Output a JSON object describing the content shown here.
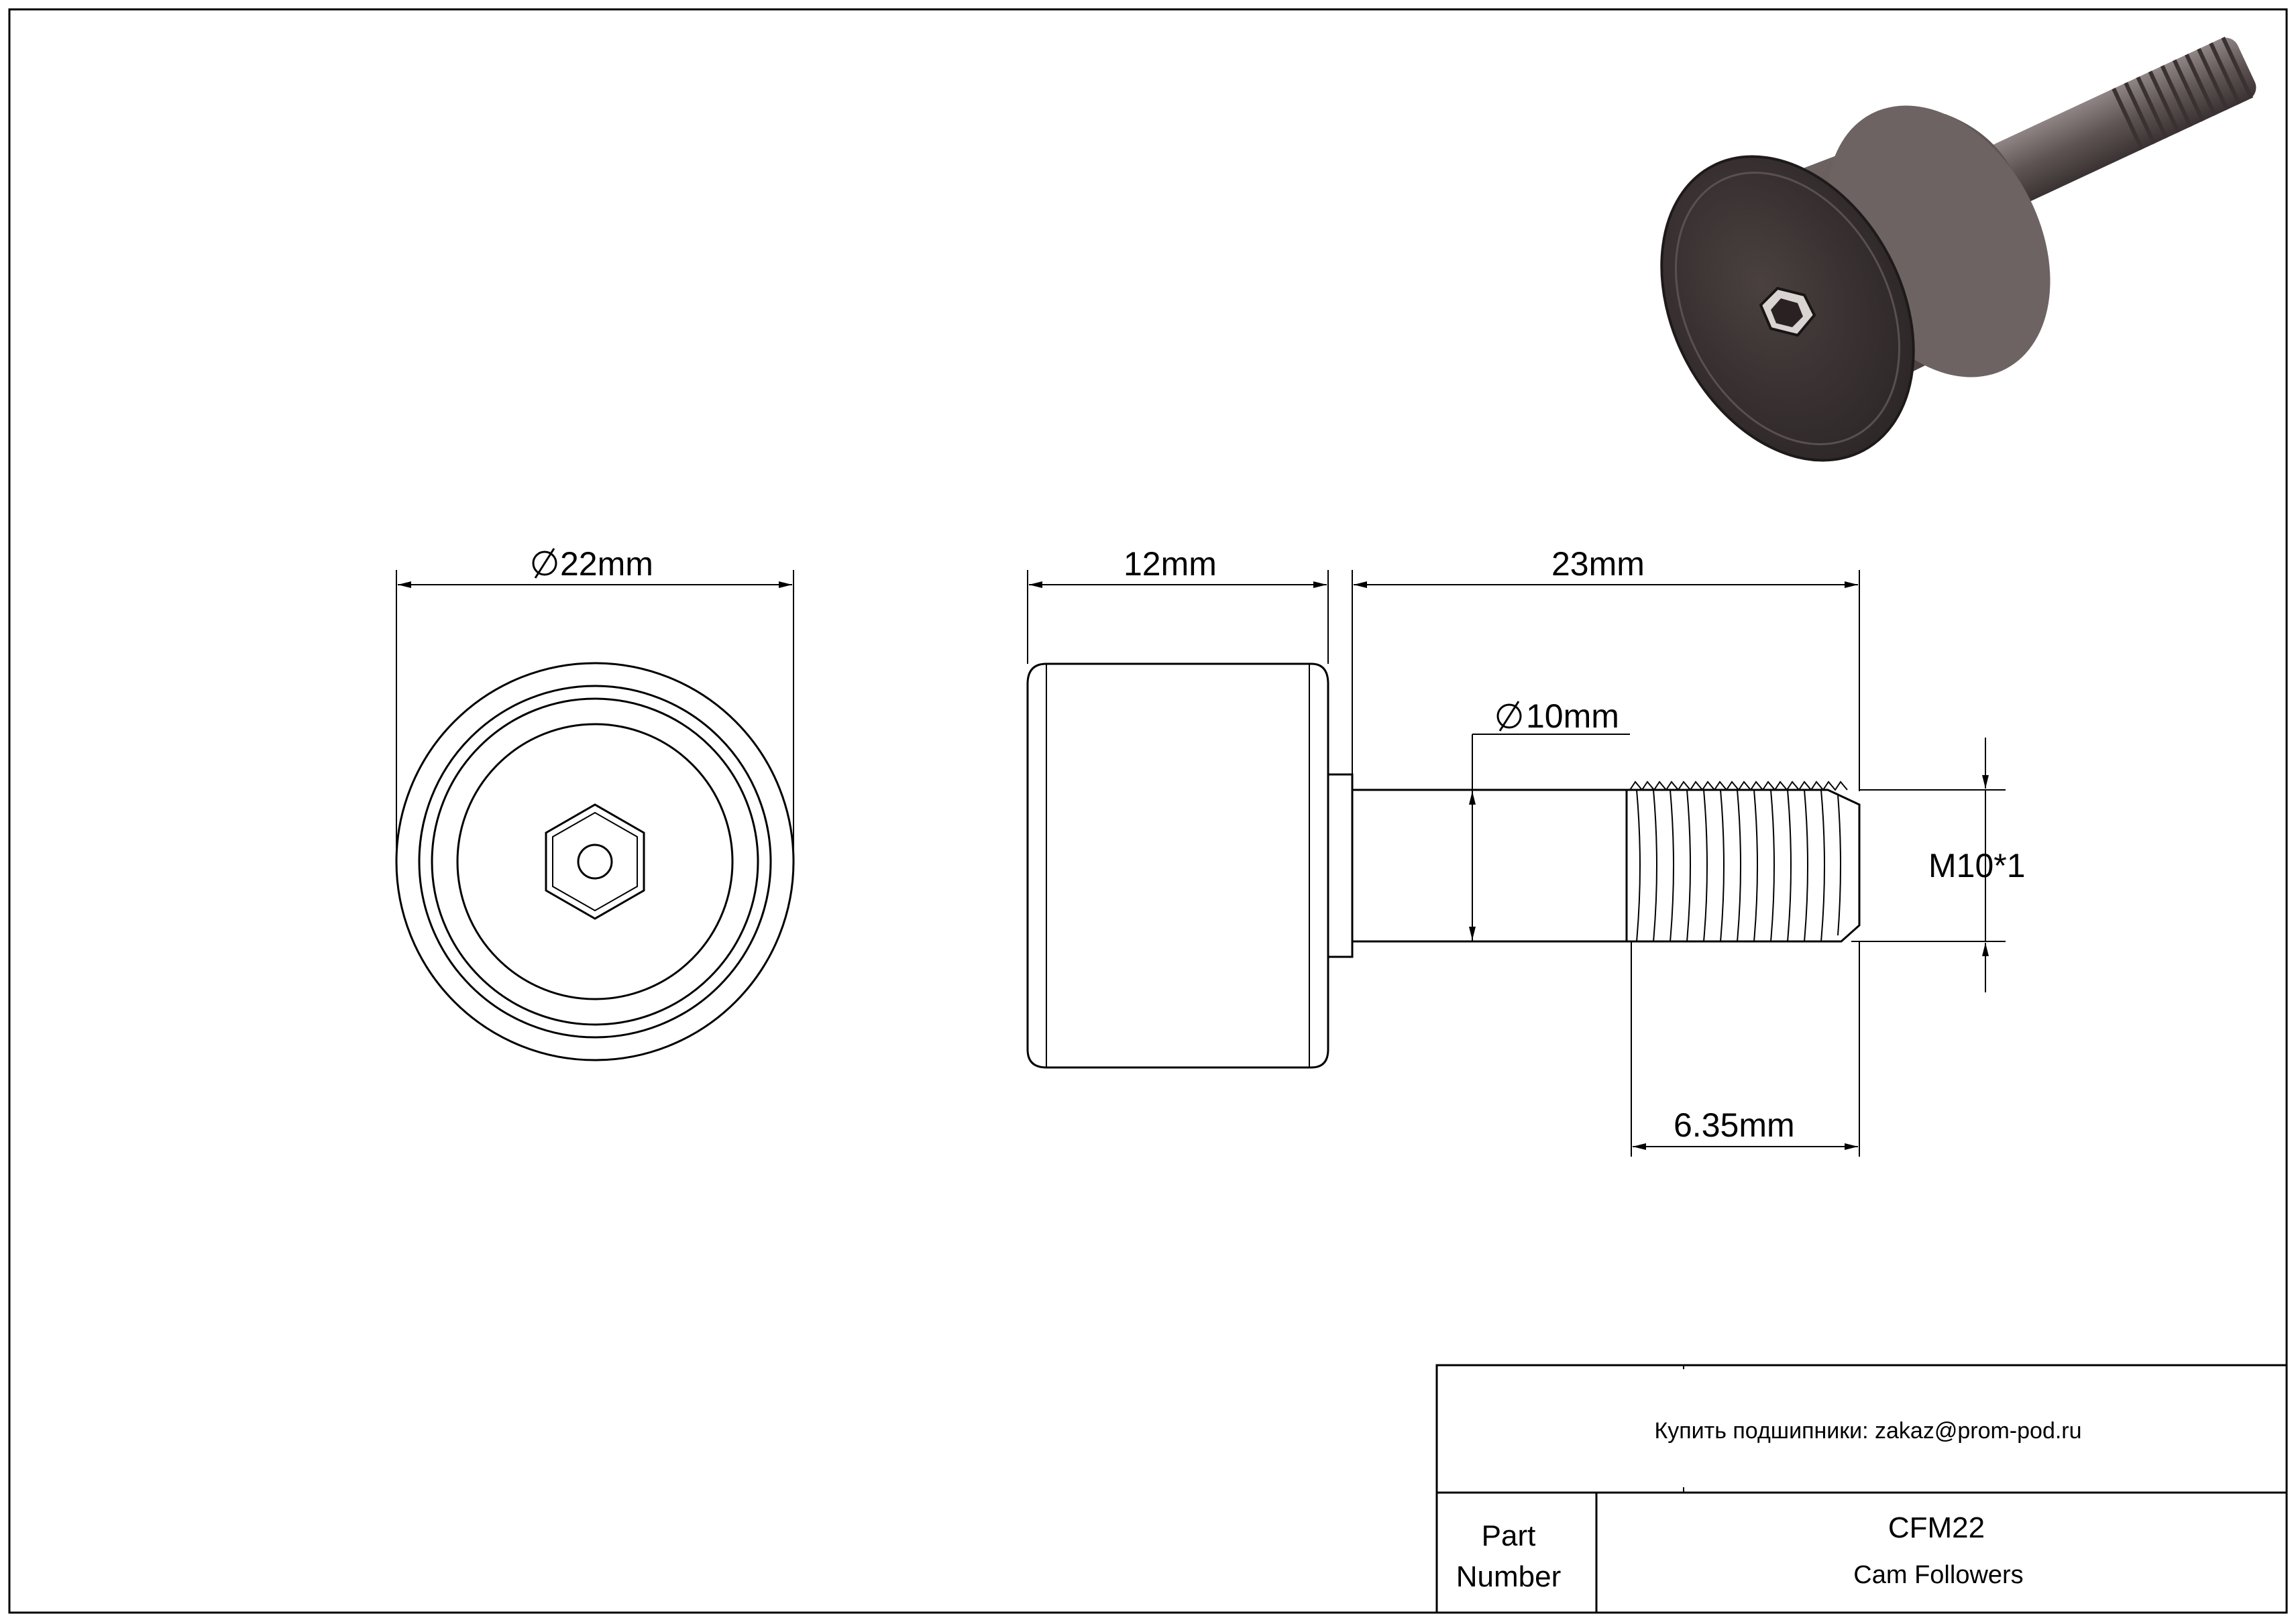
{
  "dimensions": {
    "outer_diameter": "22mm",
    "roller_width": "12mm",
    "stud_length": "23mm",
    "stud_diameter": "10mm",
    "thread": "M10*1",
    "thread_length": "6.35mm"
  },
  "title_block": {
    "contact": "Купить подшипники: zakaz@prom-pod.ru",
    "part_label_line1": "Part",
    "part_label_line2": "Number",
    "part_number": "CFM22",
    "part_type": "Cam Followers"
  },
  "colors": {
    "line": "#000000",
    "render_body": "#5e5453",
    "render_dark": "#2e2828",
    "render_light": "#8f8584"
  }
}
